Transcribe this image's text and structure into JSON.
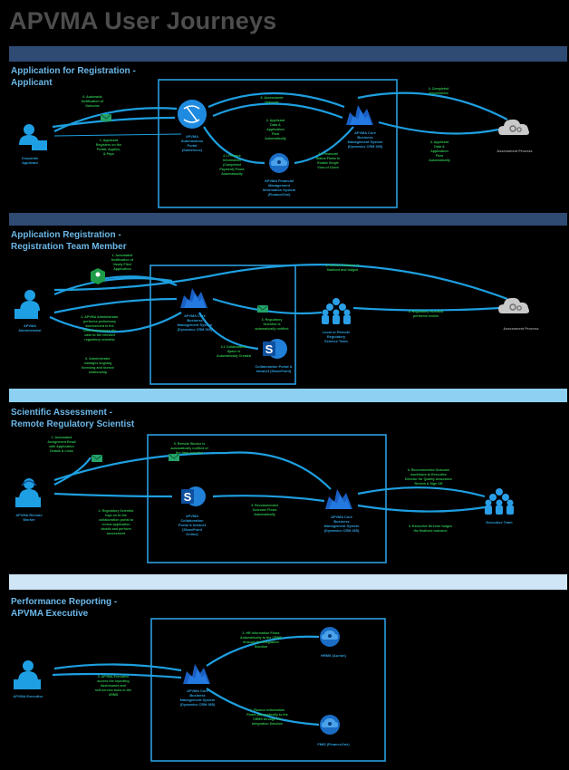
{
  "title": "APVMA User Journeys",
  "sections": [
    {
      "title_lines": [
        "Application for Registration -",
        "Applicant"
      ],
      "actors": {
        "applicant": [
          "Corporate",
          "Applicant"
        ],
        "portal": [
          "APVMA",
          "Submissions",
          "Portal",
          "(Salesforce)"
        ],
        "crm": [
          "APVMA Core",
          "Business",
          "Management System",
          "(Dynamics CRM 365)"
        ],
        "finance": [
          "APVMA Financial",
          "Management",
          "Information System",
          "(FinanceOne)"
        ],
        "assessment": [
          "Assessment Process"
        ]
      },
      "steps": {
        "s1": [
          "1. Applicant",
          "Registers on the",
          "Portal, Applies,",
          "& Pays"
        ],
        "s2": [
          "2. Applicant",
          "Data &",
          "Application",
          "Flow",
          "Automatically"
        ],
        "s21": [
          "2.1 Finance",
          "Information",
          "(Completed",
          "Payment) Flows",
          "Automatically"
        ],
        "s22": [
          "2.2 Financial",
          "Status Flows to",
          "Enable Single",
          "View of Client"
        ],
        "s3": [
          "3. Applicant",
          "Data &",
          "Application",
          "Flow",
          "Automatically"
        ],
        "s4": [
          "4. Completed",
          "Assessment"
        ],
        "s5": [
          "5. Assessment",
          "Outcome"
        ],
        "s6": [
          "6. Automatic",
          "Notification of",
          "Outcome"
        ]
      }
    },
    {
      "title_lines": [
        "Application Registration -",
        "Registration Team Member"
      ],
      "actors": {
        "admin": [
          "APVMA",
          "Administrator"
        ],
        "crm": [
          "APVMA Core",
          "Business",
          "Management System",
          "(Dynamics CRM 365)"
        ],
        "collab": [
          "Collaboration Portal &",
          "Intranet (SharePoint)"
        ],
        "scientists": [
          "Local or Remote",
          "Regulatory",
          "Science Team"
        ],
        "assessment": [
          "Assessment Process"
        ]
      },
      "steps": {
        "s1": [
          "1. Automated",
          "Notification of",
          "Newly Filed",
          "Application"
        ],
        "s2": [
          "2. APVMA Administrator",
          "performs preliminary",
          "assessment in the",
          "CRM and assigns the",
          "case to the relevant",
          "regulatory scientist"
        ],
        "s3": [
          "3. Regulatory",
          "Scientist is",
          "automatically notified"
        ],
        "s31": [
          "3.1 Collaborative",
          "Space is",
          "Automatically Created"
        ],
        "s4": [
          "4. Regulatory Scientist",
          "performs review"
        ],
        "s5": [
          "5. Review Outcome is",
          "finalised and lodged"
        ],
        "s6": [
          "6. Administrator",
          "manages ongoing",
          "licensing and licence",
          "relationship"
        ]
      }
    },
    {
      "title_lines": [
        "Scientific Assessment -",
        "Remote Regulatory Scientist"
      ],
      "actors": {
        "worker": [
          "APVMA Remote",
          "Worker"
        ],
        "collab": [
          "APVMA",
          "Collaboration",
          "Portal & Intranet",
          "(SharePoint",
          "Online)"
        ],
        "crm": [
          "APVMA Core",
          "Business",
          "Management System",
          "(Dynamics CRM 365)"
        ],
        "exec": [
          "Executive Team"
        ]
      },
      "steps": {
        "s1": [
          "1. Automated",
          "Assignment Email",
          "with Application",
          "Details & Links"
        ],
        "s2": [
          "2. Regulatory Scientist",
          "logs on to the",
          "collaboration portal to",
          "review application",
          "details and perform",
          "assessment"
        ],
        "s3": [
          "3. Recommended",
          "Outcome Flows",
          "Automatically"
        ],
        "s4": [
          "4. Executive Director lodges",
          "the finalised outcome"
        ],
        "s5": [
          "5. Remote Worker is",
          "automatically notified of",
          "the final outcome"
        ],
        "s6": [
          "6. Recommended Outcome",
          "workflows to Executive",
          "Director for Quality Assurance",
          "Review & Sign Off"
        ]
      }
    },
    {
      "title_lines": [
        "Performance Reporting -",
        "APVMA Executive"
      ],
      "actors": {
        "exec": [
          "APVMA Executive"
        ],
        "crm": [
          "APVMA Core",
          "Business",
          "Management System",
          "(Dynamics CRM 365)"
        ],
        "hrms": [
          "HRMS (Aurion)"
        ],
        "fmis": [
          "FMIS (FinanceOne)"
        ]
      },
      "steps": {
        "s1": [
          "1. Finance Information",
          "Flows Automatically to the",
          "CRMS through the",
          "Integration Solution"
        ],
        "s2": [
          "2. HR Information Flows",
          "Automatically to the CRMS",
          "through the Integration",
          "Solution"
        ],
        "s3": [
          "3. APVMA Executive",
          "access the reporting",
          "dashboards and",
          "self-service tools in the",
          "CRMS"
        ]
      }
    }
  ]
}
